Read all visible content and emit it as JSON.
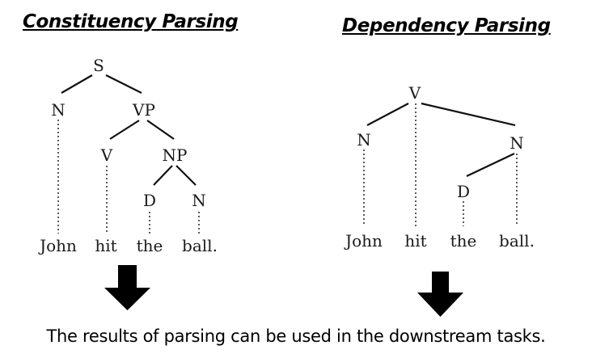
{
  "headings": {
    "constituency": "Constituency Parsing",
    "dependency": "Dependency Parsing"
  },
  "constituency_tree": {
    "nodes": [
      "S",
      "N",
      "VP",
      "V",
      "NP",
      "D",
      "N"
    ],
    "words": [
      "John",
      "hit",
      "the",
      "ball."
    ]
  },
  "dependency_tree": {
    "nodes": [
      "V",
      "N",
      "N",
      "D"
    ],
    "words": [
      "John",
      "hit",
      "the",
      "ball."
    ]
  },
  "caption": "The results of parsing can be used in the downstream tasks."
}
